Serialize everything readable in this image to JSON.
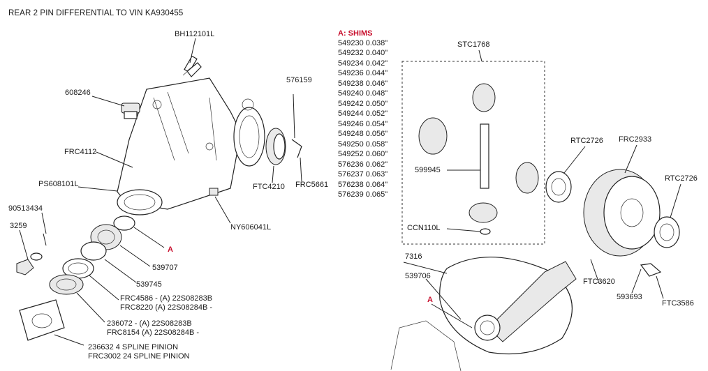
{
  "title": "REAR 2 PIN DIFFERENTIAL TO VIN KA930455",
  "shims": {
    "heading": "A: SHIMS",
    "items": [
      "549230 0.038\"",
      "549232 0.040\"",
      "549234 0.042\"",
      "549236 0.044\"",
      "549238 0.046\"",
      "549240 0.048\"",
      "549242 0.050\"",
      "549244 0.052\"",
      "549246 0.054\"",
      "549248 0.056\"",
      "549250 0.058\"",
      "549252 0.060\"",
      "576236 0.062\"",
      "576237 0.063\"",
      "576238 0.064\"",
      "576239 0.065\""
    ]
  },
  "labels": {
    "bh112101l": "BH112101L",
    "p608246": "608246",
    "frc4112": "FRC4112",
    "ps608101l": "PS608101L",
    "p90513434": "90513434",
    "p3259": "3259",
    "p576159": "576159",
    "ftc4210": "FTC4210",
    "frc5661": "FRC5661",
    "ny606041l": "NY606041L",
    "a_left": "A",
    "p539707": "539707",
    "p539745": "539745",
    "frc4586": "FRC4586 - (A) 22S08283B",
    "frc8220": "FRC8220 (A) 22S08284B -",
    "p236072": "236072 - (A) 22S08283B",
    "frc8154": "FRC8154 (A) 22S08284B -",
    "p236632": "236632 4 SPLINE PINION",
    "frc3002": "FRC3002 24 SPLINE PINION",
    "stc1768": "STC1768",
    "p599945": "599945",
    "ccn110l": "CCN110L",
    "rtc2726_a": "RTC2726",
    "frc2933": "FRC2933",
    "rtc2726_b": "RTC2726",
    "p7316": "7316",
    "p539706": "539706",
    "a_right": "A",
    "ftc3620": "FTC3620",
    "p593693": "593693",
    "ftc3586": "FTC3586"
  }
}
